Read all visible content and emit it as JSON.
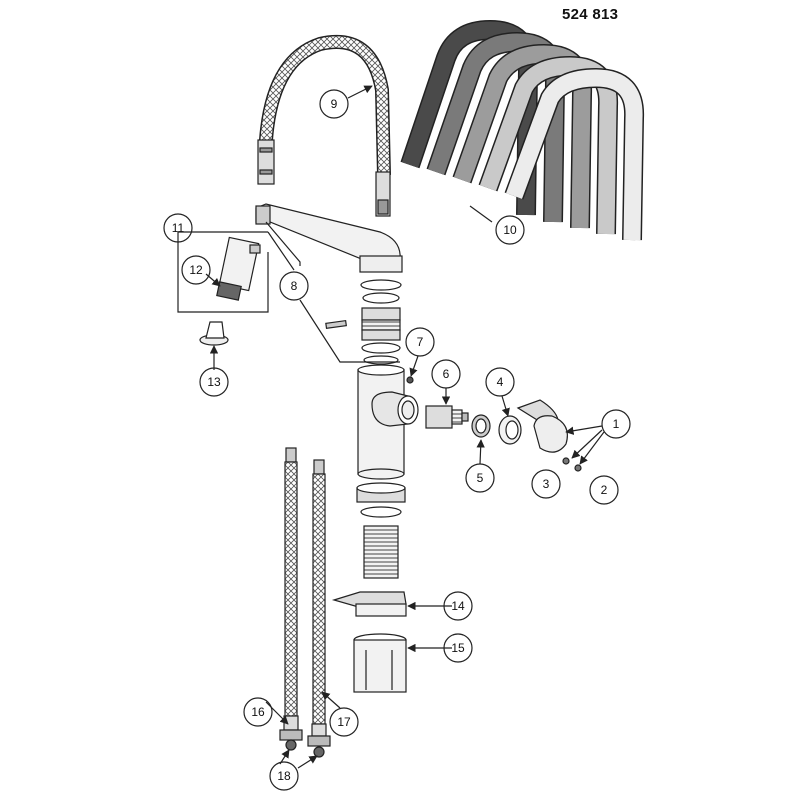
{
  "diagram": {
    "code": "524 813",
    "callouts": [
      "1",
      "2",
      "3",
      "4",
      "5",
      "6",
      "7",
      "8",
      "9",
      "10",
      "11",
      "12",
      "13",
      "14",
      "15",
      "16",
      "17",
      "18"
    ],
    "colors": {
      "outline": "#222222",
      "hose_colors": [
        "#4a4a4a",
        "#7a7a7a",
        "#9c9c9c",
        "#c9c9c9",
        "#ececec"
      ],
      "body_fill": "#f2f2f2"
    }
  }
}
